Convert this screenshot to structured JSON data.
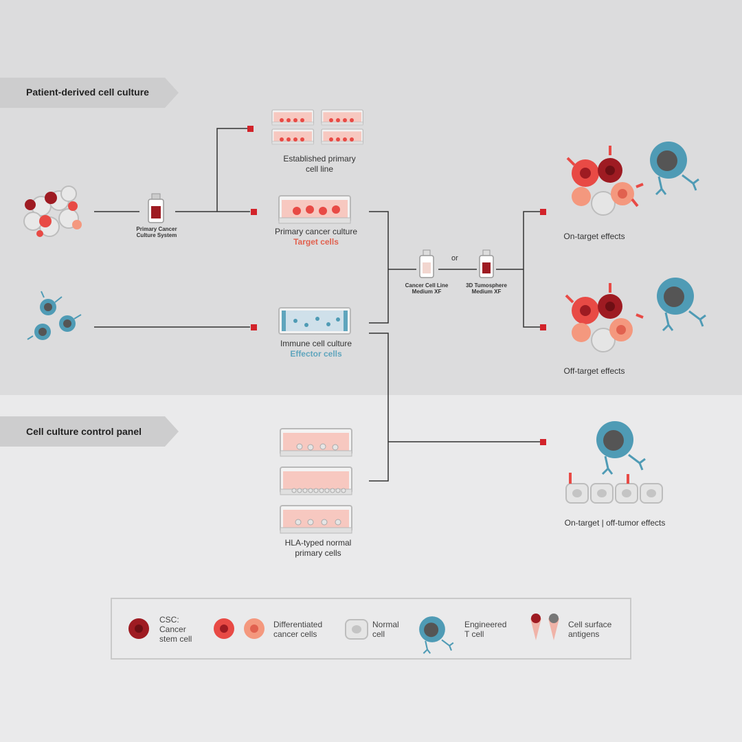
{
  "sections": {
    "top_tag": "Patient-derived cell culture",
    "bottom_tag": "Cell culture control panel"
  },
  "flow": {
    "pcc_system_line1": "Primary Cancer",
    "pcc_system_line2": "Culture System",
    "established_line1": "Established primary",
    "established_line2": "cell line",
    "primary_culture": "Primary cancer culture",
    "target_cells": "Target cells",
    "immune_culture": "Immune cell culture",
    "effector_cells": "Effector cells",
    "medium1_line1": "Cancer Cell Line",
    "medium1_line2": "Medium XF",
    "or": "or",
    "medium2_line1": "3D Tumosphere",
    "medium2_line2": "Medium XF",
    "on_target": "On-target effects",
    "off_target": "Off-target effects",
    "hla_line1": "HLA-typed normal",
    "hla_line2": "primary cells",
    "off_tumor": "On-target | off-tumor effects"
  },
  "legend": {
    "csc_line1": "CSC:",
    "csc_line2": "Cancer",
    "csc_line3": "stem cell",
    "diff_line1": "Differentiated",
    "diff_line2": "cancer cells",
    "normal_line1": "Normal",
    "normal_line2": "cell",
    "tcell_line1": "Engineered",
    "tcell_line2": "T cell",
    "antigen_line1": "Cell surface",
    "antigen_line2": "antigens"
  },
  "colors": {
    "accent_red": "#e1614f",
    "accent_blue": "#5fa5bd",
    "csc_dark_red": "#9e1b22",
    "tcell_blue": "#4f9bb5"
  }
}
